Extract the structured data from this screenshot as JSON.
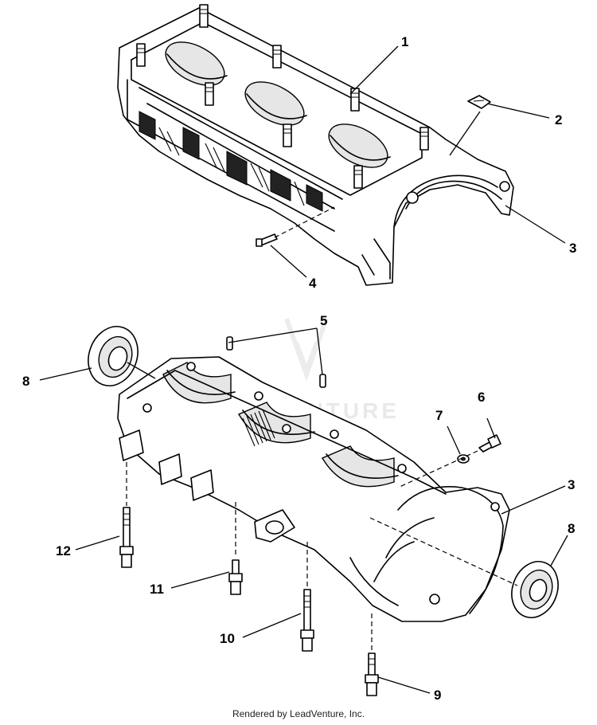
{
  "watermark": "LEADVENTURE",
  "footer": "Rendered by LeadVenture, Inc.",
  "callouts": {
    "c1": "1",
    "c2": "2",
    "c3_upper": "3",
    "c4": "4",
    "c5": "5",
    "c6": "6",
    "c7": "7",
    "c8_left": "8",
    "c3_lower": "3",
    "c8_right": "8",
    "c9": "9",
    "c10": "10",
    "c11": "11",
    "c12": "12"
  }
}
